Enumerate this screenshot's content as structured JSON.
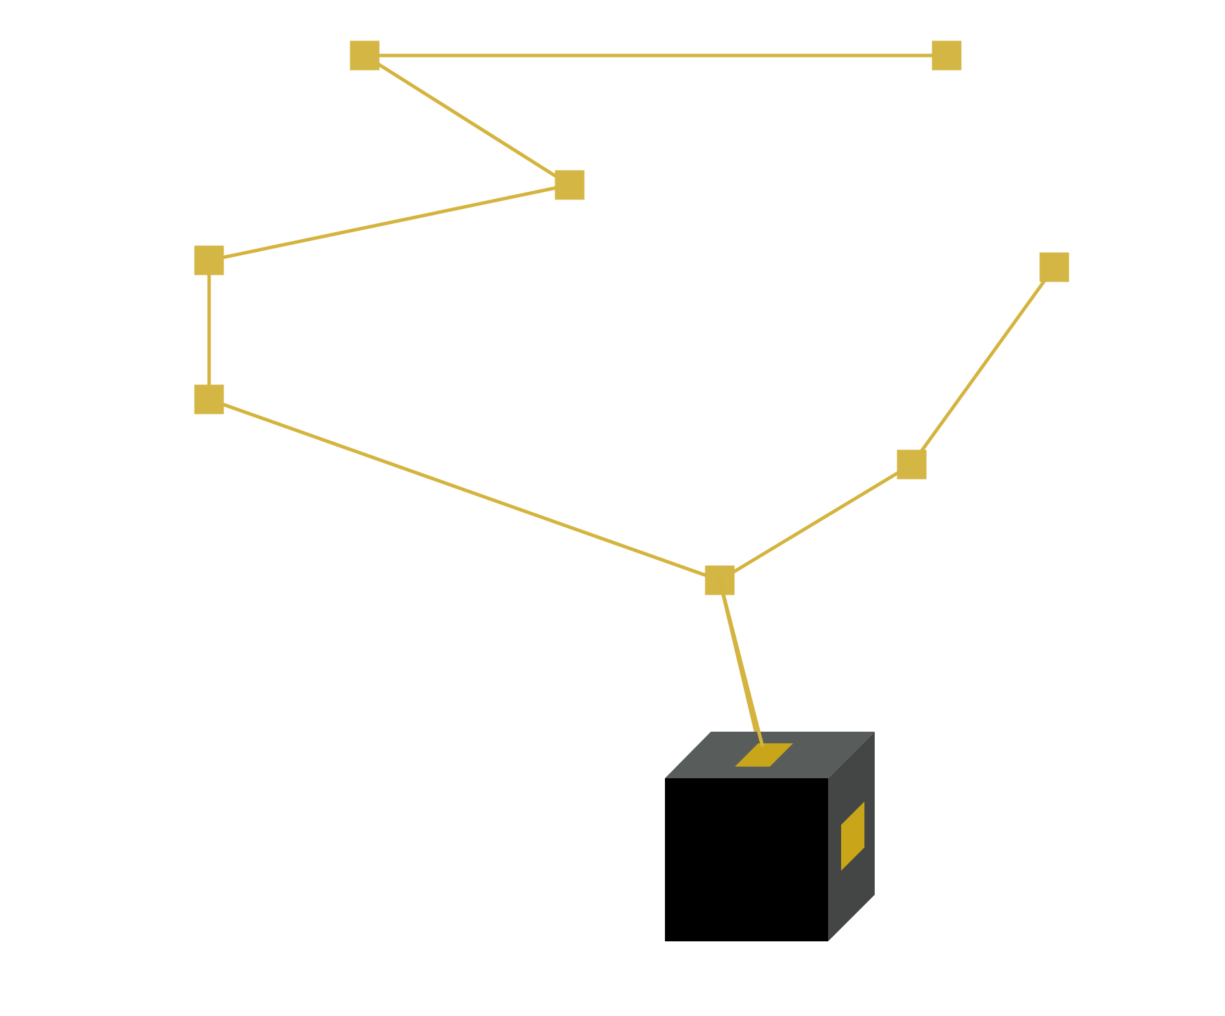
{
  "colors": {
    "background": "#ffffff",
    "path": "#d4b43e",
    "node": "#d4b644",
    "cube_front": "#000000",
    "cube_top": "#585c5a",
    "cube_side": "#434644",
    "cube_marker": "#c9a51a"
  },
  "level": {
    "node_count": 9,
    "player": {
      "kind": "cube",
      "markers": [
        "top-face-marker",
        "side-face-marker"
      ]
    }
  }
}
